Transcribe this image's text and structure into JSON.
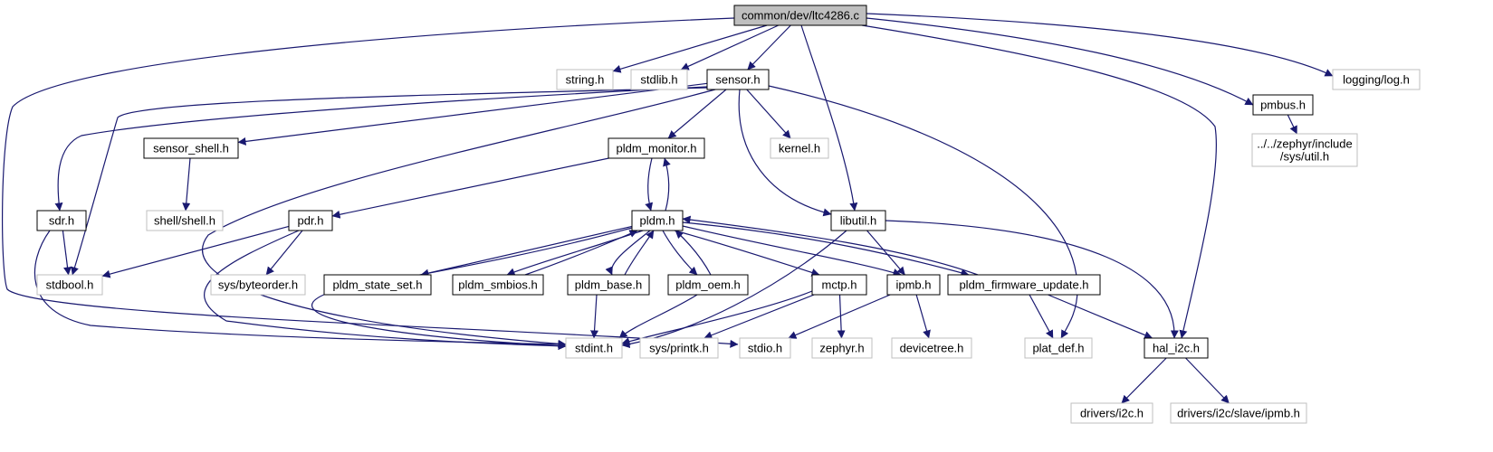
{
  "colors": {
    "edge": "#191970",
    "root_fill": "#bfbfbf",
    "documented_border": "#000000",
    "undocumented_border": "#bfbfbf",
    "label": "#000000"
  },
  "nodes": [
    {
      "id": "root",
      "label": "common/dev/ltc4286.c",
      "style": "root"
    },
    {
      "id": "string_h",
      "label": "string.h",
      "style": "undocumented"
    },
    {
      "id": "stdlib_h",
      "label": "stdlib.h",
      "style": "undocumented"
    },
    {
      "id": "sensor_h",
      "label": "sensor.h",
      "style": "documented"
    },
    {
      "id": "pmbus_h",
      "label": "pmbus.h",
      "style": "documented"
    },
    {
      "id": "logging_h",
      "label": "logging/log.h",
      "style": "undocumented"
    },
    {
      "id": "sensor_shell_h",
      "label": "sensor_shell.h",
      "style": "documented"
    },
    {
      "id": "pldm_monitor_h",
      "label": "pldm_monitor.h",
      "style": "documented"
    },
    {
      "id": "kernel_h",
      "label": "kernel.h",
      "style": "undocumented"
    },
    {
      "id": "util_h",
      "label": [
        "../../zephyr/include",
        "/sys/util.h"
      ],
      "style": "undocumented"
    },
    {
      "id": "sdr_h",
      "label": "sdr.h",
      "style": "documented"
    },
    {
      "id": "shell_h",
      "label": "shell/shell.h",
      "style": "undocumented"
    },
    {
      "id": "pdr_h",
      "label": "pdr.h",
      "style": "documented"
    },
    {
      "id": "pldm_h",
      "label": "pldm.h",
      "style": "documented"
    },
    {
      "id": "libutil_h",
      "label": "libutil.h",
      "style": "documented"
    },
    {
      "id": "stdbool_h",
      "label": "stdbool.h",
      "style": "undocumented"
    },
    {
      "id": "byteorder_h",
      "label": "sys/byteorder.h",
      "style": "undocumented"
    },
    {
      "id": "pldm_state_set_h",
      "label": "pldm_state_set.h",
      "style": "documented"
    },
    {
      "id": "pldm_smbios_h",
      "label": "pldm_smbios.h",
      "style": "documented"
    },
    {
      "id": "pldm_base_h",
      "label": "pldm_base.h",
      "style": "documented"
    },
    {
      "id": "pldm_oem_h",
      "label": "pldm_oem.h",
      "style": "documented"
    },
    {
      "id": "mctp_h",
      "label": "mctp.h",
      "style": "documented"
    },
    {
      "id": "ipmb_h",
      "label": "ipmb.h",
      "style": "documented"
    },
    {
      "id": "pldm_fw_h",
      "label": "pldm_firmware_update.h",
      "style": "documented"
    },
    {
      "id": "stdint_h",
      "label": "stdint.h",
      "style": "undocumented"
    },
    {
      "id": "printk_h",
      "label": "sys/printk.h",
      "style": "undocumented"
    },
    {
      "id": "stdio_h",
      "label": "stdio.h",
      "style": "undocumented"
    },
    {
      "id": "zephyr_h",
      "label": "zephyr.h",
      "style": "undocumented"
    },
    {
      "id": "devicetree_h",
      "label": "devicetree.h",
      "style": "undocumented"
    },
    {
      "id": "plat_def_h",
      "label": "plat_def.h",
      "style": "undocumented"
    },
    {
      "id": "hal_i2c_h",
      "label": "hal_i2c.h",
      "style": "documented"
    },
    {
      "id": "drivers_i2c_h",
      "label": "drivers/i2c.h",
      "style": "undocumented"
    },
    {
      "id": "drivers_ipmb_h",
      "label": "drivers/i2c/slave/ipmb.h",
      "style": "undocumented"
    }
  ],
  "edges": [
    {
      "from": "root",
      "to": "string_h"
    },
    {
      "from": "root",
      "to": "stdlib_h"
    },
    {
      "from": "root",
      "to": "sensor_h"
    },
    {
      "from": "root",
      "to": "pmbus_h"
    },
    {
      "from": "root",
      "to": "logging_h"
    },
    {
      "from": "root",
      "to": "libutil_h"
    },
    {
      "from": "root",
      "to": "hal_i2c_h"
    },
    {
      "from": "root",
      "to": "stdio_h"
    },
    {
      "from": "sensor_h",
      "to": "sensor_shell_h"
    },
    {
      "from": "sensor_h",
      "to": "pldm_monitor_h"
    },
    {
      "from": "sensor_h",
      "to": "kernel_h"
    },
    {
      "from": "sensor_h",
      "to": "libutil_h"
    },
    {
      "from": "sensor_h",
      "to": "sdr_h"
    },
    {
      "from": "sensor_h",
      "to": "stdbool_h"
    },
    {
      "from": "sensor_h",
      "to": "stdint_h"
    },
    {
      "from": "sensor_h",
      "to": "plat_def_h"
    },
    {
      "from": "pmbus_h",
      "to": "util_h"
    },
    {
      "from": "sensor_shell_h",
      "to": "shell_h"
    },
    {
      "from": "pldm_monitor_h",
      "to": "pdr_h"
    },
    {
      "from": "pldm_monitor_h",
      "to": "pldm_h"
    },
    {
      "from": "pldm_h",
      "to": "pldm_monitor_h"
    },
    {
      "from": "sdr_h",
      "to": "stdbool_h"
    },
    {
      "from": "sdr_h",
      "to": "stdint_h"
    },
    {
      "from": "pdr_h",
      "to": "stdbool_h"
    },
    {
      "from": "pdr_h",
      "to": "byteorder_h"
    },
    {
      "from": "pdr_h",
      "to": "stdint_h"
    },
    {
      "from": "pldm_h",
      "to": "pldm_state_set_h"
    },
    {
      "from": "pldm_h",
      "to": "pldm_smbios_h"
    },
    {
      "from": "pldm_smbios_h",
      "to": "pldm_h"
    },
    {
      "from": "pldm_h",
      "to": "pldm_base_h"
    },
    {
      "from": "pldm_base_h",
      "to": "pldm_h"
    },
    {
      "from": "pldm_h",
      "to": "pldm_oem_h"
    },
    {
      "from": "pldm_oem_h",
      "to": "pldm_h"
    },
    {
      "from": "pldm_h",
      "to": "mctp_h"
    },
    {
      "from": "pldm_h",
      "to": "ipmb_h"
    },
    {
      "from": "pldm_h",
      "to": "pldm_fw_h"
    },
    {
      "from": "pldm_fw_h",
      "to": "pldm_h"
    },
    {
      "from": "pldm_h",
      "to": "stdint_h"
    },
    {
      "from": "libutil_h",
      "to": "ipmb_h"
    },
    {
      "from": "libutil_h",
      "to": "stdint_h"
    },
    {
      "from": "libutil_h",
      "to": "hal_i2c_h"
    },
    {
      "from": "pldm_base_h",
      "to": "stdint_h"
    },
    {
      "from": "pldm_oem_h",
      "to": "stdint_h"
    },
    {
      "from": "mctp_h",
      "to": "stdint_h"
    },
    {
      "from": "mctp_h",
      "to": "printk_h"
    },
    {
      "from": "mctp_h",
      "to": "zephyr_h"
    },
    {
      "from": "ipmb_h",
      "to": "stdio_h"
    },
    {
      "from": "ipmb_h",
      "to": "devicetree_h"
    },
    {
      "from": "pldm_fw_h",
      "to": "plat_def_h"
    },
    {
      "from": "pldm_fw_h",
      "to": "hal_i2c_h"
    },
    {
      "from": "hal_i2c_h",
      "to": "drivers_i2c_h"
    },
    {
      "from": "hal_i2c_h",
      "to": "drivers_ipmb_h"
    }
  ]
}
